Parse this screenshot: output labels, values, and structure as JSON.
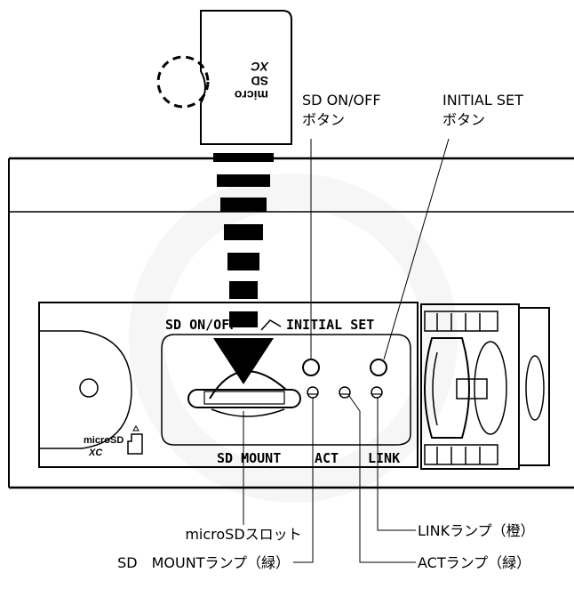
{
  "callouts": {
    "sd_onoff_button": {
      "line1": "SD ON/OFF",
      "line2": "ボタン"
    },
    "initial_set_button": {
      "line1": "INITIAL SET",
      "line2": "ボタン"
    },
    "microsd_slot": "microSDスロット",
    "sd_mount_lamp": "SD　MOUNTランプ（緑）",
    "link_lamp": "LINKランプ（橙）",
    "act_lamp": "ACTランプ（緑）"
  },
  "panel_labels": {
    "sd_onoff": "SD ON/OFF",
    "initial_set": "INITIAL SET",
    "sd_mount": "SD MOUNT",
    "act": "ACT",
    "link": "LINK"
  },
  "card_logo": {
    "main": "micro",
    "sub": "SD",
    "suffix": "XC"
  },
  "side_logo": {
    "main": "micro",
    "sub": "SD",
    "suffix": "XC"
  },
  "colors": {
    "line": "#000000",
    "background": "#ffffff",
    "device_body": "#ffffff",
    "watermark": "#f0f0f0"
  }
}
